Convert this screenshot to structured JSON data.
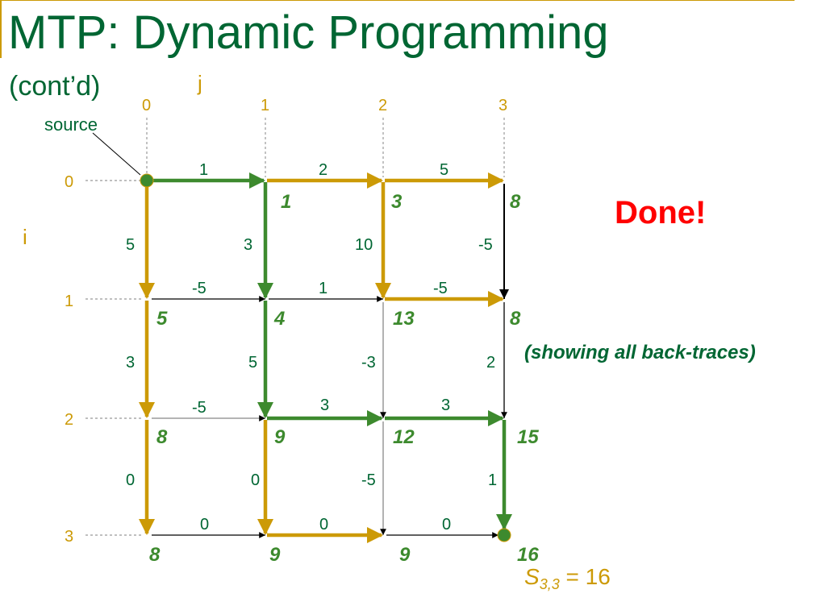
{
  "slide": {
    "title": "MTP: Dynamic Programming",
    "subtitle": "(cont’d)",
    "status": "Done!",
    "note": "(showing all back-traces)",
    "result": {
      "symbol": "S",
      "subscript": "3,3",
      "equals": "= 16"
    },
    "colors": {
      "title": "#006633",
      "axis": "#cc9a06",
      "backtrace_gold": "#cc9a06",
      "backtrace_green": "#3d8a2e",
      "done": "#ff0000"
    }
  },
  "grid": {
    "axis_j_label": "j",
    "axis_i_label": "i",
    "source_label": "source",
    "col_labels": [
      "0",
      "1",
      "2",
      "3"
    ],
    "row_labels": [
      "0",
      "1",
      "2",
      "3"
    ],
    "scores": [
      [
        "",
        "1",
        "3",
        "8"
      ],
      [
        "5",
        "4",
        "13",
        "8"
      ],
      [
        "8",
        "9",
        "12",
        "15"
      ],
      [
        "8",
        "9",
        "9",
        "16"
      ]
    ],
    "horizontal_weights": [
      [
        "1",
        "2",
        "5"
      ],
      [
        "-5",
        "1",
        "-5"
      ],
      [
        "-5",
        "3",
        "3"
      ],
      [
        "0",
        "0",
        "0"
      ]
    ],
    "vertical_weights": [
      [
        "5",
        "3",
        "10",
        "-5"
      ],
      [
        "3",
        "5",
        "-3",
        "2"
      ],
      [
        "0",
        "0",
        "-5",
        "1"
      ]
    ]
  }
}
